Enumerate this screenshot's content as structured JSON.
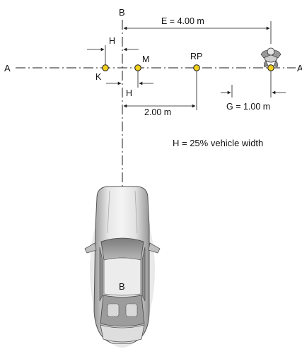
{
  "labels": {
    "axis_a_left": "A",
    "axis_a_right": "A",
    "axis_b_top": "B",
    "axis_b_car": "B",
    "point_k": "K",
    "point_m": "M",
    "point_rp": "RP",
    "h_top": "H",
    "h_bottom": "H",
    "dim_e": "E = 4.00 m",
    "dim_2m": "2.00 m",
    "dim_g": "G = 1.00 m",
    "note_h": "H = 25% vehicle width"
  },
  "colors": {
    "point_fill": "#f2cf1e",
    "line": "#1a1a1a",
    "car_body": "#d8d8d8"
  },
  "icons": {
    "pedestrian": "pedestrian-dummy-icon",
    "vehicle": "car-top-view-icon"
  }
}
